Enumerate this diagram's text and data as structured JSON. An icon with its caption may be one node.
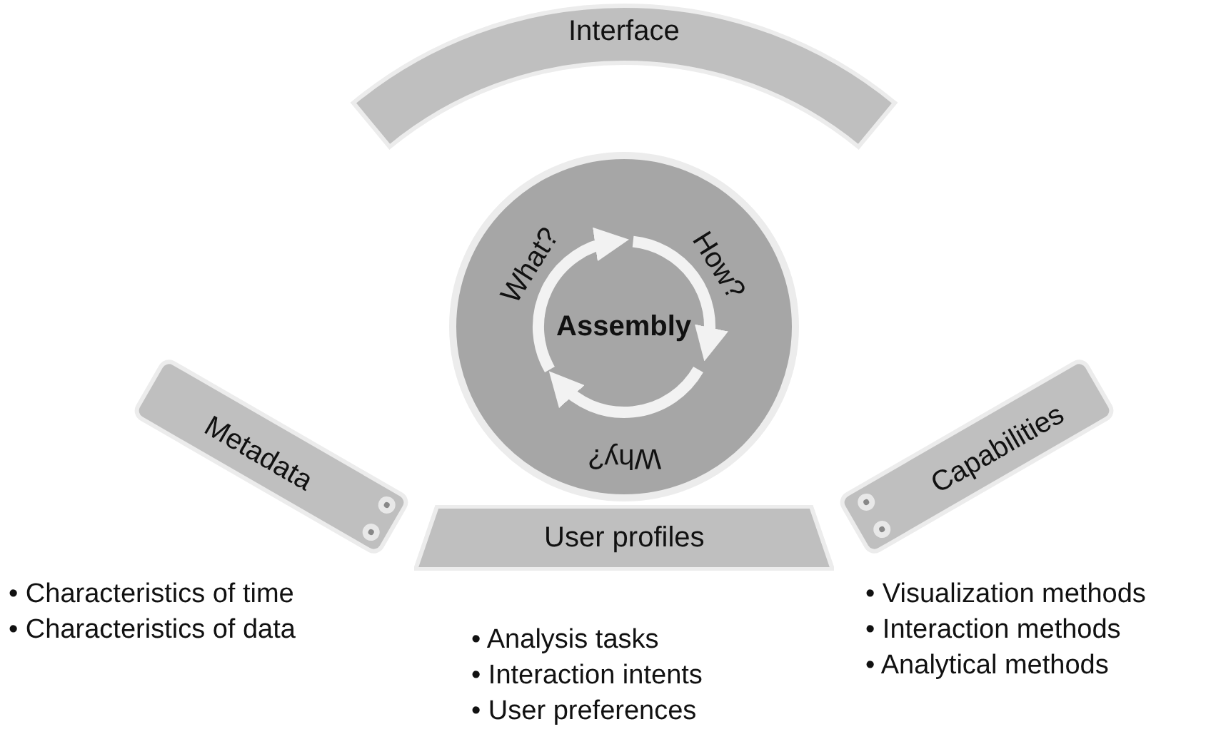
{
  "diagram": {
    "nodes": [
      {
        "text": [
          "Interface"
        ]
      },
      {
        "text": [
          "What?",
          "How?",
          "Assembly",
          "Why?"
        ]
      },
      {
        "text": [
          "Metadata"
        ],
        "beside": [
          "• Characteristics of time",
          "• Characteristics of data"
        ]
      },
      {
        "text": [
          "User profiles"
        ],
        "beside": [
          "• Analysis tasks",
          "• Interaction intents",
          "• User preferences"
        ]
      },
      {
        "text": [
          "Capabilities"
        ],
        "beside": [
          "• Visualization methods",
          "• Interaction methods",
          "• Analytical methods"
        ]
      }
    ],
    "edges": []
  }
}
